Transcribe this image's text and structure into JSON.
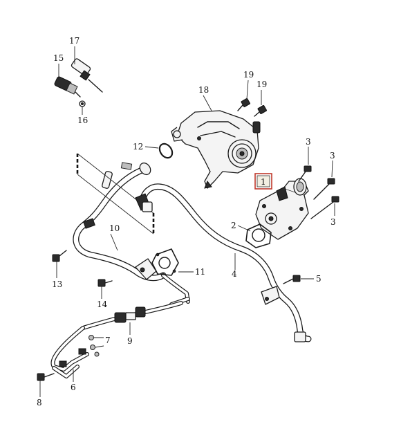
{
  "callouts": [
    {
      "id": "c17",
      "text": "17"
    },
    {
      "id": "c15",
      "text": "15"
    },
    {
      "id": "c16",
      "text": "16"
    },
    {
      "id": "c18",
      "text": "18"
    },
    {
      "id": "c19a",
      "text": "19"
    },
    {
      "id": "c19b",
      "text": "19"
    },
    {
      "id": "c12",
      "text": "12"
    },
    {
      "id": "c3a",
      "text": "3"
    },
    {
      "id": "c3b",
      "text": "3"
    },
    {
      "id": "c3c",
      "text": "3"
    },
    {
      "id": "c1",
      "text": "1"
    },
    {
      "id": "c2",
      "text": "2"
    },
    {
      "id": "c10",
      "text": "10"
    },
    {
      "id": "c11",
      "text": "11"
    },
    {
      "id": "c4",
      "text": "4"
    },
    {
      "id": "c5",
      "text": "5"
    },
    {
      "id": "c13",
      "text": "13"
    },
    {
      "id": "c14",
      "text": "14"
    },
    {
      "id": "c9",
      "text": "9"
    },
    {
      "id": "c7",
      "text": "7"
    },
    {
      "id": "c6",
      "text": "6"
    },
    {
      "id": "c8",
      "text": "8"
    }
  ],
  "colors": {
    "highlight_box": "#c0392b",
    "line": "#1a1a1a",
    "background": "#ffffff"
  }
}
